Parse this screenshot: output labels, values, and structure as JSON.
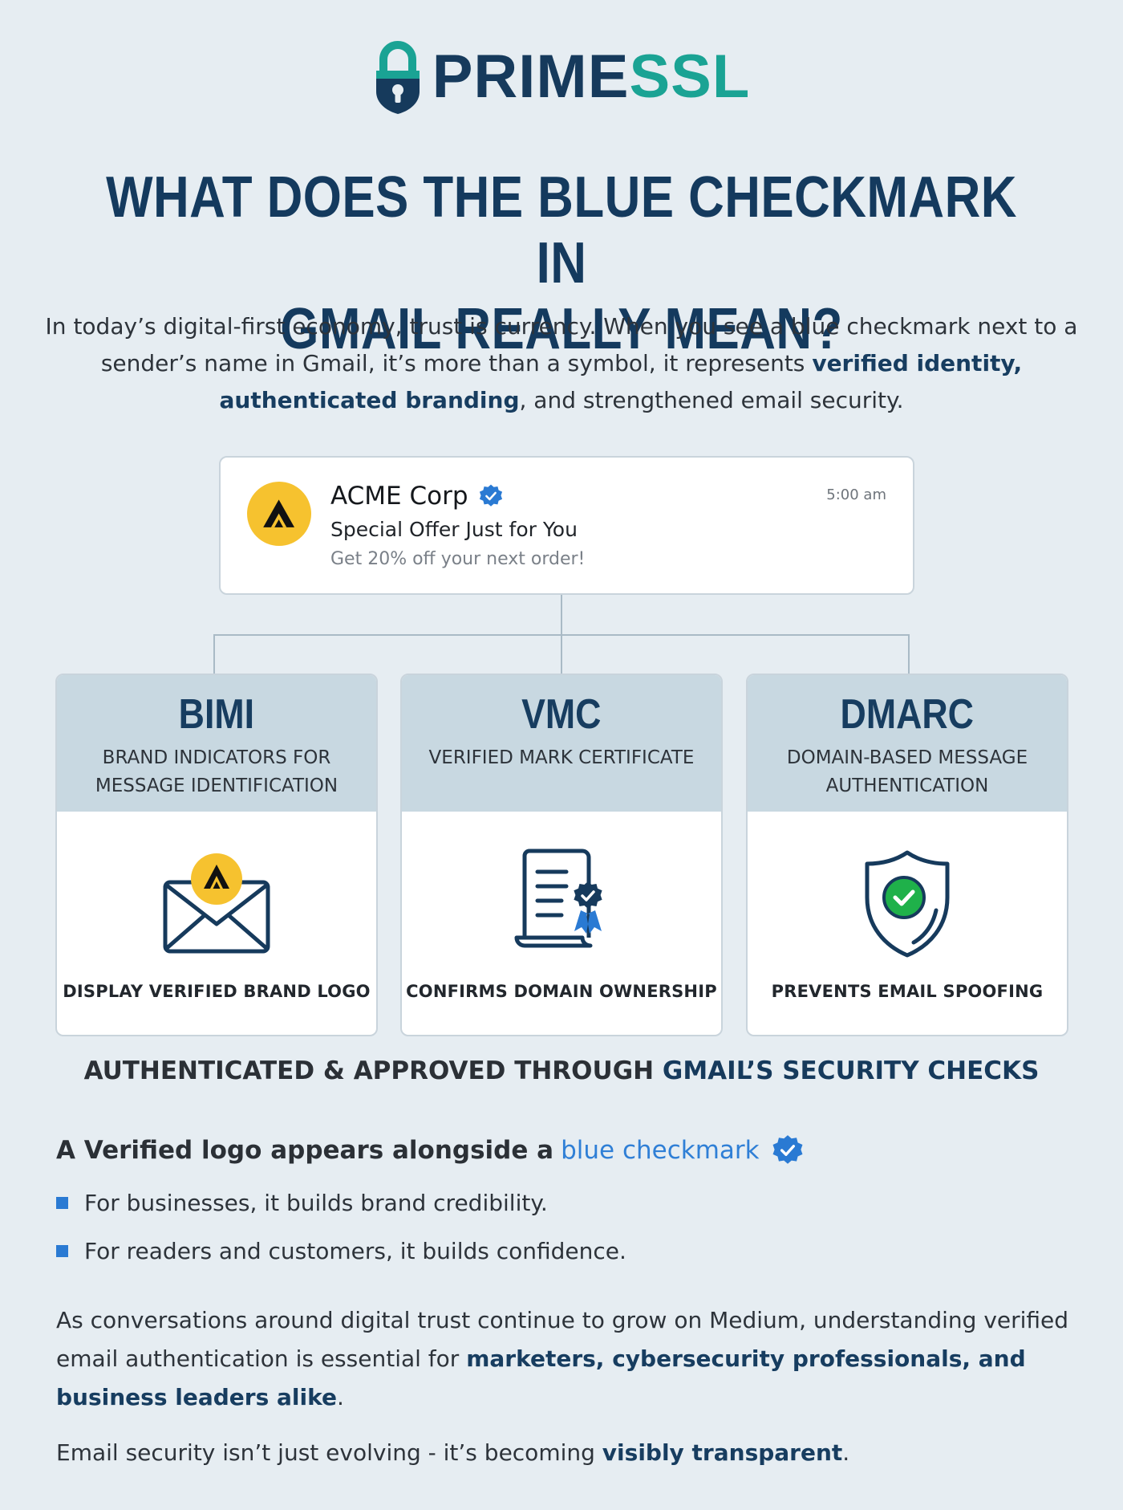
{
  "brand": {
    "name_part1": "PRIME",
    "name_part2": "SSL"
  },
  "title": {
    "line1": "WHAT DOES THE BLUE CHECKMARK IN",
    "line2": "GMAIL REALLY MEAN?"
  },
  "intro": {
    "text1": "In today’s digital-first economy, trust is currency. When you see a blue checkmark next to a sender’s name in Gmail, it’s more than a symbol, it represents ",
    "bold": "verified identity, authenticated branding",
    "text2": ", and strengthened email security."
  },
  "email": {
    "sender": "ACME Corp",
    "subject": "Special Offer Just for You",
    "preview": "Get 20% off your next order!",
    "time": "5:00 am",
    "avatar_icon": "acme-triangle-logo",
    "verified_icon": "blue-verified-badge-icon"
  },
  "columns": [
    {
      "abbr": "BIMI",
      "subtitle": "Brand Indicators for Message Identification",
      "footer": "DISPLAY VERIFIED BRAND LOGO",
      "icon": "envelope-with-logo-icon"
    },
    {
      "abbr": "VMC",
      "subtitle": "Verified Mark Certificate",
      "footer": "CONFIRMS DOMAIN OWNERSHIP",
      "icon": "certificate-document-icon"
    },
    {
      "abbr": "DMARC",
      "subtitle": "Domain-based Message Authentication",
      "footer": "PREVENTS EMAIL SPOOFING",
      "icon": "shield-check-icon"
    }
  ],
  "auth_line": {
    "text": "AUTHENTICATED & APPROVED THROUGH ",
    "highlight": "GMAIL’S SECURITY CHECKS"
  },
  "verified_line": {
    "text": "A Verified logo appears alongside a",
    "blue": "blue checkmark"
  },
  "bullets": [
    "For businesses, it builds brand credibility.",
    "For readers and customers, it builds confidence."
  ],
  "paragraph1": {
    "text1": "As conversations around digital trust continue to grow on Medium, understanding verified email authentication is essential for ",
    "bold": "marketers, cybersecurity professionals, and business leaders alike",
    "text2": "."
  },
  "paragraph2": {
    "text1": "Email security isn’t just evolving - it’s becoming ",
    "bold": "visibly transparent",
    "text2": "."
  },
  "colors": {
    "navy": "#163a5c",
    "teal": "#1aa394",
    "blue": "#2a7ad3",
    "header_bg": "#c8d8e1",
    "page_bg": "#e6edf2",
    "avatar_yellow": "#f6c22f",
    "check_green": "#1fb14a"
  }
}
